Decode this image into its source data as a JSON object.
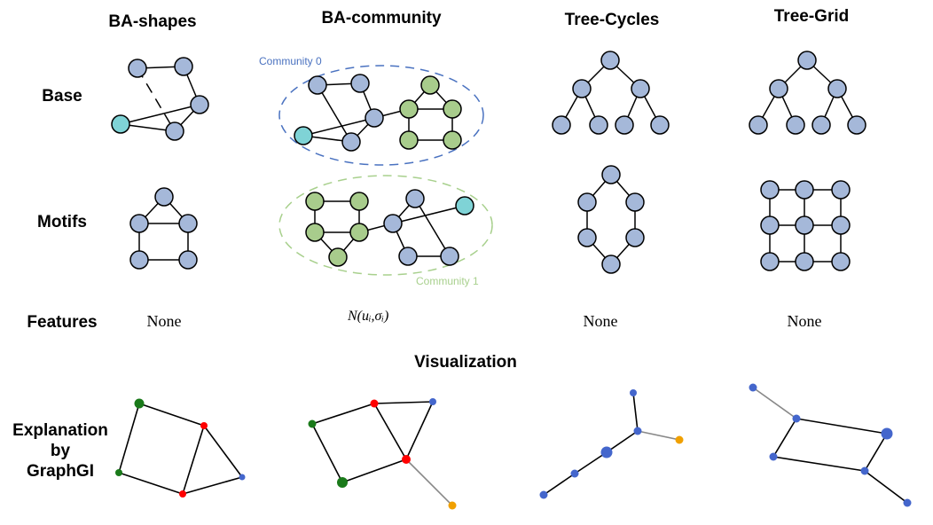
{
  "columns": {
    "ba_shapes": "BA-shapes",
    "ba_community": "BA-community",
    "tree_cycles": "Tree-Cycles",
    "tree_grid": "Tree-Grid"
  },
  "rows": {
    "base": "Base",
    "motifs": "Motifs",
    "features": "Features",
    "explanation_line1": "Explanation",
    "explanation_line2": "by",
    "explanation_line3": "GraphGI"
  },
  "features": {
    "ba_shapes": "None",
    "ba_community": "N(uᵢ,σᵢ)",
    "tree_cycles": "None",
    "tree_grid": "None"
  },
  "communities": {
    "c0": "Community 0",
    "c1": "Community 1"
  },
  "visualization_title": "Visualization",
  "colors": {
    "node_blue": "#a5b8d9",
    "node_cyan": "#7fd3d6",
    "node_green": "#a8cc8c",
    "community0": "#4a72c0",
    "community1": "#a8d08d",
    "expl_green": "#1a7a1a",
    "expl_red": "#ff0000",
    "expl_blue": "#4466cc",
    "expl_orange": "#f0a000"
  }
}
